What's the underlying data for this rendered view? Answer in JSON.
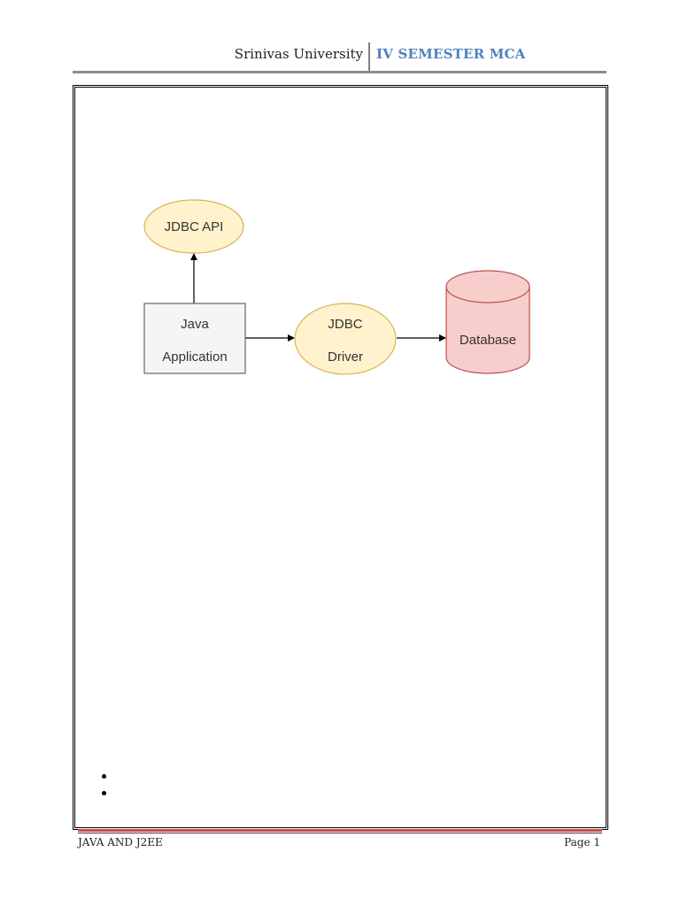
{
  "header": {
    "university": "Srinivas University",
    "semester": "IV SEMESTER MCA"
  },
  "diagram": {
    "nodes": {
      "jdbc_api": {
        "label": "JDBC API",
        "shape": "ellipse",
        "fill": "#fff2cc",
        "stroke": "#d6b656"
      },
      "java_app": {
        "label_line1": "Java",
        "label_line2": "Application",
        "shape": "rectangle",
        "fill": "#f5f5f5",
        "stroke": "#666666"
      },
      "jdbc_driver": {
        "label_line1": "JDBC",
        "label_line2": "Driver",
        "shape": "ellipse",
        "fill": "#fff2cc",
        "stroke": "#d6b656"
      },
      "database": {
        "label": "Database",
        "shape": "cylinder",
        "fill": "#f8cecc",
        "stroke": "#b85450"
      }
    },
    "edges": [
      {
        "from": "java_app",
        "to": "jdbc_api"
      },
      {
        "from": "java_app",
        "to": "jdbc_driver"
      },
      {
        "from": "jdbc_driver",
        "to": "database"
      }
    ]
  },
  "bullets": [
    "",
    ""
  ],
  "footer": {
    "course": "JAVA AND J2EE",
    "page": "Page 1"
  }
}
